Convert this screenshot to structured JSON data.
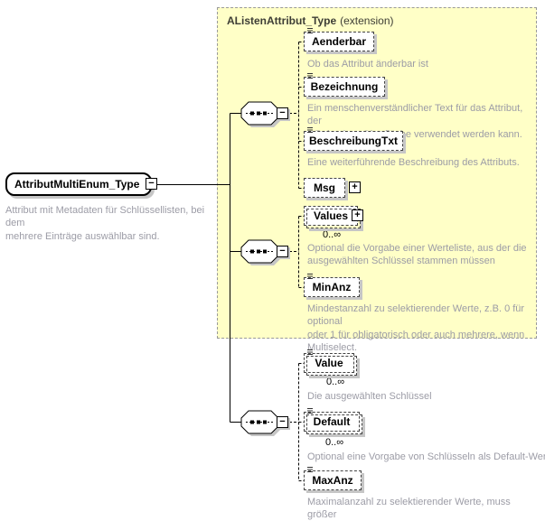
{
  "diagram": {
    "icons": {
      "plus": "+",
      "minus": "−"
    },
    "root": {
      "name": "AttributMultiEnum_Type",
      "annotation": "Attribut mit Metadaten für Schlüssellisten, bei dem\nmehrere Einträge auswählbar sind."
    },
    "extension": {
      "title": "AListenAttribut_Type",
      "kind": "(extension)"
    },
    "elements": [
      {
        "name": "Aenderbar",
        "annotation": "Ob das Attribut änderbar ist"
      },
      {
        "name": "Bezeichnung",
        "annotation": "Ein menschenverständlicher Text für das Attribut, der\nz.B. in einer Oberfläche verwendet werden kann."
      },
      {
        "name": "BeschreibungTxt",
        "annotation": "Eine weiterführende Beschreibung des Attributs."
      },
      {
        "name": "Msg"
      },
      {
        "name": "Values",
        "occurs": "0..∞",
        "annotation": "Optional die Vorgabe einer Werteliste, aus der die\nausgewählten Schlüssel stammen müssen"
      },
      {
        "name": "MinAnz",
        "annotation": "Mindestanzahl zu selektierender Werte, z.B. 0 für optional\noder 1 für obligatorisch oder auch mehrere, wenn\nMultiselect."
      },
      {
        "name": "Value",
        "occurs": "0..∞",
        "annotation": "Die ausgewählten Schlüssel"
      },
      {
        "name": "Default",
        "occurs": "0..∞",
        "annotation": "Optional eine Vorgabe von Schlüsseln als Default-Werte"
      },
      {
        "name": "MaxAnz",
        "annotation": "Maximalanzahl zu selektierender Werte, muss größer\ngleich der Mindestanzahl sein."
      }
    ],
    "colors": {
      "extension_bg": "#FFFFC7",
      "annotation_text": "#9C9CA6",
      "box_shadow": "#C6C6C6",
      "dashed_border": "#999999"
    }
  }
}
